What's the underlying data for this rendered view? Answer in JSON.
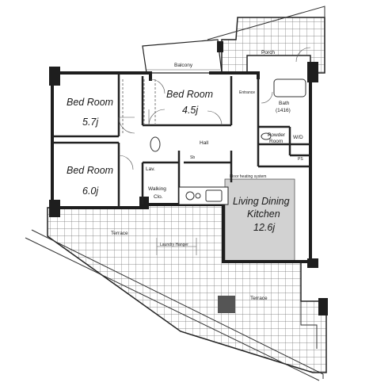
{
  "plan": {
    "rooms": {
      "bedroom_a": {
        "name": "Bed Room",
        "size": "5.7j"
      },
      "bedroom_b": {
        "name": "Bed Room",
        "size": "4.5j"
      },
      "bedroom_c": {
        "name": "Bed Room",
        "size": "6.0j"
      },
      "ldk": {
        "name_line1": "Living Dining",
        "name_line2": "Kitchen",
        "size": "12.6j"
      }
    },
    "labels": {
      "balcony": "Balcony",
      "porch": "Porch",
      "entrance": "Entrance",
      "bath": "Bath",
      "bath_size": "(1416)",
      "powder_room_1": "Powder",
      "powder_room_2": "Room",
      "wd": "W/D",
      "hall": "Hall",
      "lav": "Lav.",
      "walking_closet_1": "Walking",
      "walking_closet_2": "Clo.",
      "terrace_left": "Terrace",
      "terrace_right": "Terrace",
      "laundry_hanger": "Laundry Hanger",
      "floor_heating": "Floor heating system",
      "ps": "PS",
      "sb": "Sb"
    }
  }
}
